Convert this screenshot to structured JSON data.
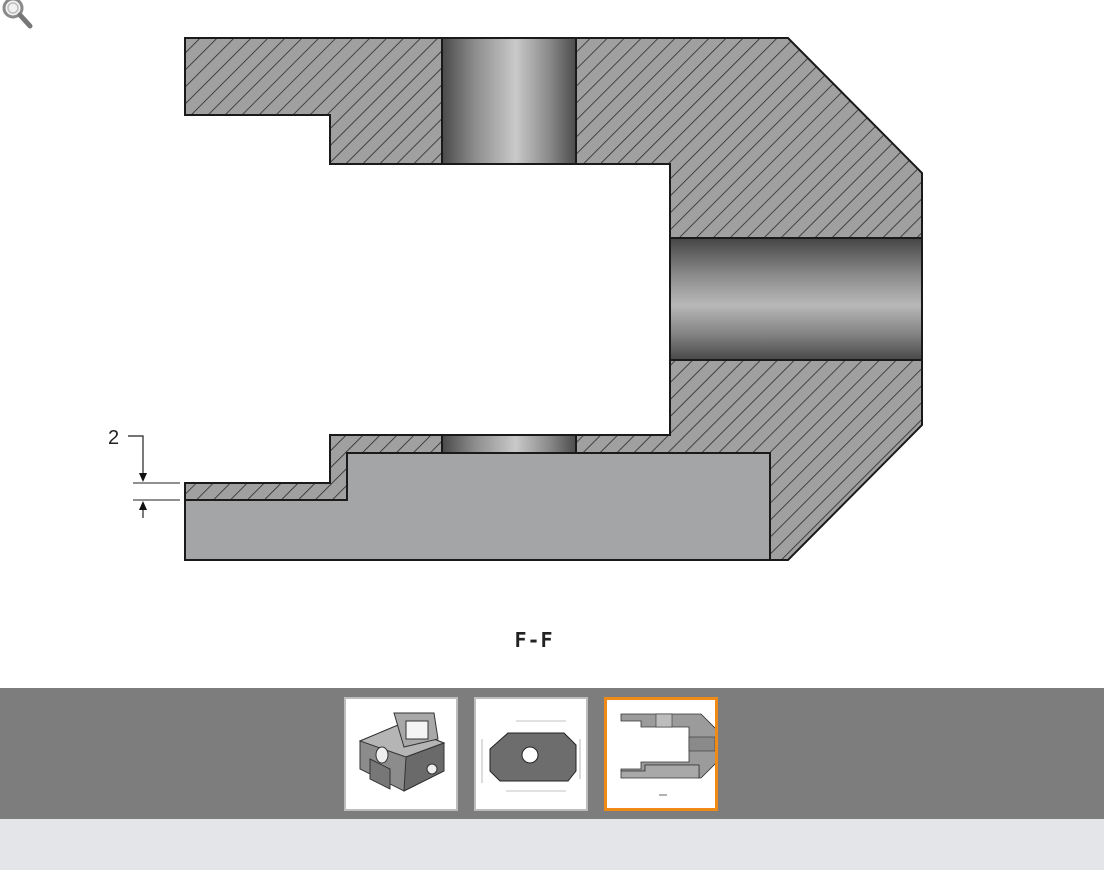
{
  "viewer": {
    "zoom_icon": "magnifier-zoom-icon",
    "section_label": "F-F",
    "dimension_value": "2"
  },
  "thumbnails": [
    {
      "name": "3d-part-view",
      "active": false
    },
    {
      "name": "front-view-drawing",
      "active": false
    },
    {
      "name": "section-f-f-drawing",
      "active": true
    }
  ],
  "colors": {
    "accent_active": "#ef8a16",
    "thumbstrip_bg": "#7d7d7d",
    "footer_bg": "#e3e5e8",
    "section_fill": "#9b9b9b",
    "insert_fill": "#a3a5a7"
  }
}
